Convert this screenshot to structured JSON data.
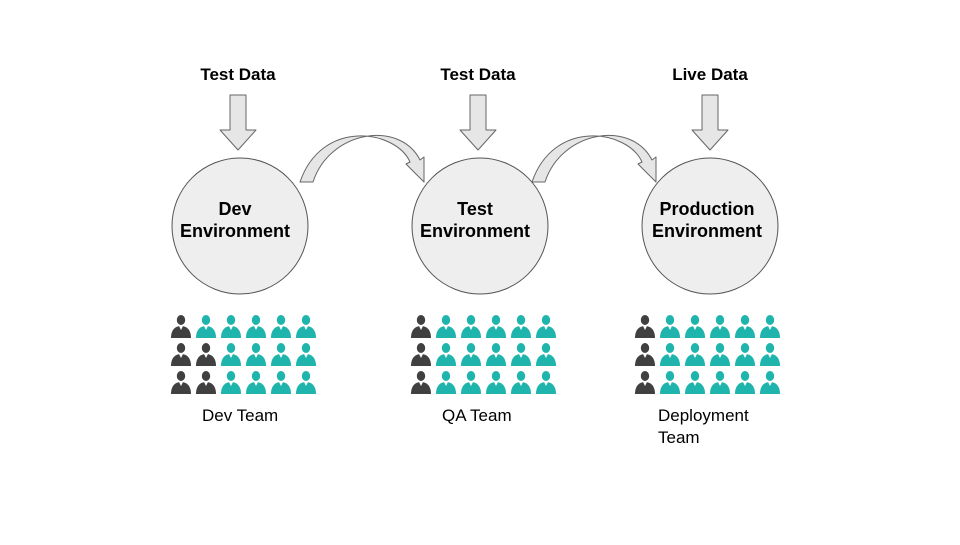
{
  "stages": [
    {
      "input": "Test Data",
      "env_line1": "Dev",
      "env_line2": "Environment",
      "team_line1": "Dev Team",
      "team_line2": ""
    },
    {
      "input": "Test Data",
      "env_line1": "Test",
      "env_line2": "Environment",
      "team_line1": "QA Team",
      "team_line2": ""
    },
    {
      "input": "Live Data",
      "env_line1": "Production",
      "env_line2": "Environment",
      "team_line1": "Deployment",
      "team_line2": "Team"
    }
  ],
  "crowds": [
    {
      "dark_per_row": [
        1,
        2,
        2
      ]
    },
    {
      "dark_per_row": [
        1,
        1,
        1
      ]
    },
    {
      "dark_per_row": [
        1,
        1,
        1
      ]
    }
  ],
  "colors": {
    "circle_fill": "#eeeeee",
    "circle_stroke": "#555555",
    "arrow_fill": "#e6e6e6",
    "arrow_stroke": "#666666",
    "person_dark": "#404040",
    "person_teal": "#1fb5ad"
  },
  "icons": {
    "person": "person-icon"
  }
}
